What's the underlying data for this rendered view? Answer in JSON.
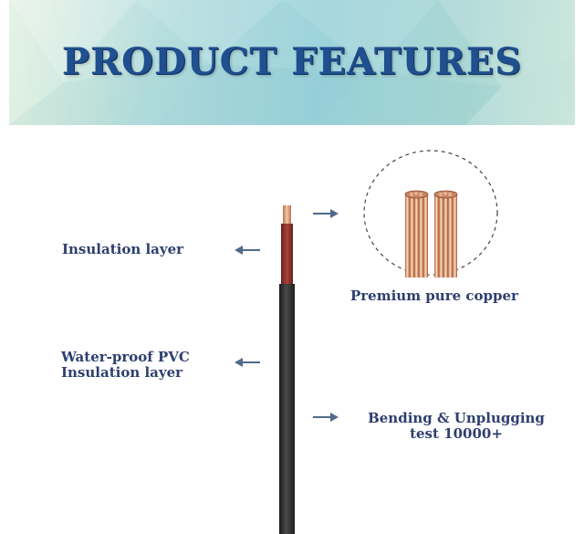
{
  "banner": {
    "title": "PRODUCT FEATURES"
  },
  "labels": {
    "insulation": "Insulation layer",
    "waterproof_line1": "Water-proof PVC",
    "waterproof_line2": "Insulation layer",
    "copper": "Premium pure copper",
    "bending_line1": "Bending & Unplugging",
    "bending_line2": "test 10000+"
  },
  "colors": {
    "title": "#1f4f8f",
    "label": "#2e3f6e",
    "arrow": "#4f6a8c",
    "sheath": "#2a2a2a",
    "insulation": "#8a2f2a",
    "copper": "#d39a7a"
  },
  "icons": [
    "arrow-left-icon",
    "arrow-right-icon",
    "copper-strands-icon",
    "cable-icon"
  ]
}
